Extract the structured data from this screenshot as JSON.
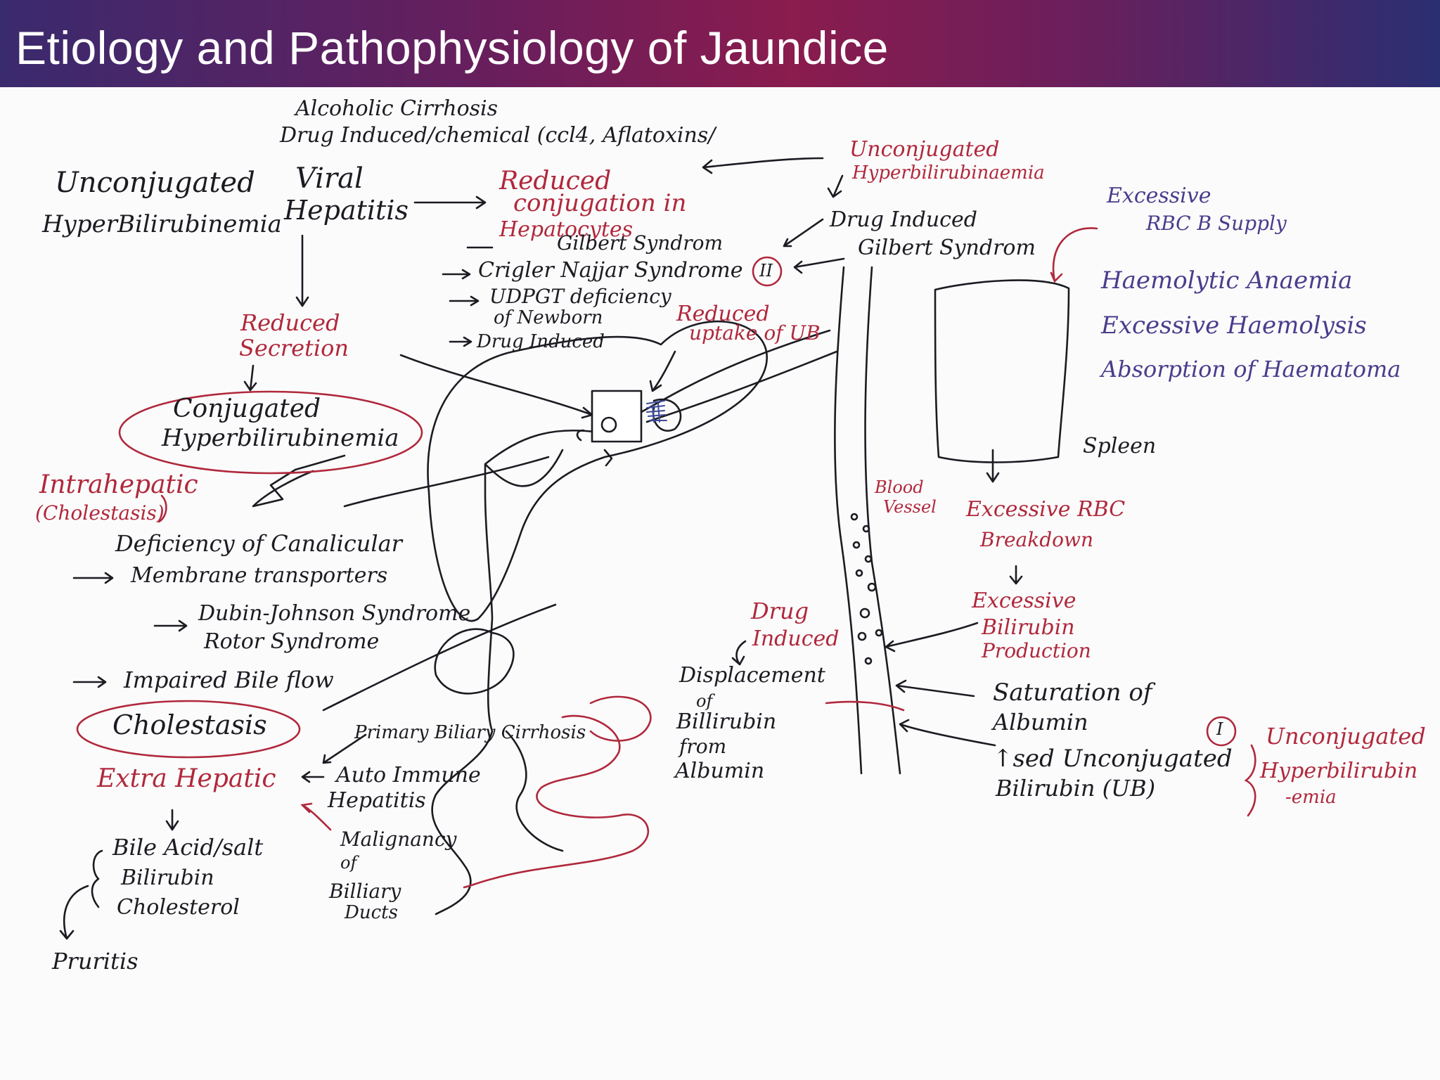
{
  "slide": {
    "title": "Etiology and Pathophysiology of Jaundice",
    "colors": {
      "title_gradient": [
        "#3a2a6e",
        "#8a1c4e",
        "#2a2f72"
      ],
      "ink": "#1b1b22",
      "red_ink": "#b0283c",
      "blue_ink": "#3b4a9a"
    }
  },
  "labels": {
    "alcoholic_cirrhosis": "Alcoholic Cirrhosis",
    "drug_induced_chemical": "Drug Induced/chemical (ccl4, Aflatoxins/",
    "unconjugated_hyperbilirubinemia_left_line1": "Unconjugated",
    "unconjugated_hyperbilirubinemia_left_line2": "HyperBilirubinemia",
    "viral_hepatitis_line1": "Viral",
    "viral_hepatitis_line2": "Hepatitis",
    "reduced_conjugation_line1": "Reduced",
    "reduced_conjugation_line2": "conjugation in",
    "reduced_conjugation_line3": "Hepatocytes",
    "gilbert_syndrome_list": "Gilbert Syndrom",
    "crigler_najjar": "Crigler Najjar Syndrome",
    "udpgt_line1": "UDPGT deficiency",
    "udpgt_line2": "of Newborn",
    "drug_induced_list": "Drug Induced",
    "unconjugated_top_right_line1": "Unconjugated",
    "unconjugated_top_right_line2": "Hyperbilirubinaemia",
    "drug_induced_right": "Drug Induced",
    "gilbert_syndrome_right": "Gilbert Syndrom",
    "marker_two": "II",
    "reduced_uptake_line1": "Reduced",
    "reduced_uptake_line2": "uptake of UB",
    "excessive_rbc_supply_line1": "Excessive",
    "excessive_rbc_supply_line2": "RBC B Supply",
    "haemolytic_anaemia": "Haemolytic Anaemia",
    "excessive_haemolysis": "Excessive Haemolysis",
    "absorption_haematoma": "Absorption of Haematoma",
    "reduced_secretion_line1": "Reduced",
    "reduced_secretion_line2": "Secretion",
    "conjugated_hyper_line1": "Conjugated",
    "conjugated_hyper_line2": "Hyperbilirubinemia",
    "spleen": "Spleen",
    "intrahepatic_line1": "Intrahepatic",
    "intrahepatic_line2": "(Cholestasis)",
    "deficiency_canalicular": "Deficiency of Canalicular",
    "membrane_transporters": "Membrane transporters",
    "blood_vessel_line1": "Blood",
    "blood_vessel_line2": "Vessel",
    "excessive_rbc_breakdown_line1": "Excessive RBC",
    "excessive_rbc_breakdown_line2": "Breakdown",
    "dubin_johnson": "Dubin-Johnson Syndrome",
    "rotor_syndrome": "Rotor Syndrome",
    "excessive_bilirubin_line1": "Excessive",
    "excessive_bilirubin_line2": "Bilirubin",
    "excessive_bilirubin_line3": "Production",
    "drug_induced_lower_line1": "Drug",
    "drug_induced_lower_line2": "Induced",
    "impaired_bile_flow": "Impaired Bile flow",
    "displacement_line1": "Displacement",
    "displacement_line2": "of",
    "displacement_line3": "Billirubin",
    "displacement_line4": "from",
    "displacement_line5": "Albumin",
    "saturation_line1": "Saturation of",
    "saturation_line2": "Albumin",
    "cholestasis": "Cholestasis",
    "primary_biliary_cirrhosis": "Primary Biliary Cirrhosis",
    "marker_one": "I",
    "unconjugated_bottom_right_line1": "Unconjugated",
    "unconjugated_bottom_right_line2": "Hyperbilirubin",
    "unconjugated_bottom_right_line3": "-emia",
    "increased_unconjugated_line1": "↑sed Unconjugated",
    "increased_unconjugated_line2": "Bilirubin (UB)",
    "extra_hepatic": "Extra Hepatic",
    "autoimmune_line1": "Auto Immune",
    "autoimmune_line2": "Hepatitis",
    "malignancy_line1": "Malignancy",
    "malignancy_line2": "of",
    "malignancy_line3": "Billiary",
    "malignancy_line4": "Ducts",
    "bile_acid_salt": "Bile Acid/salt",
    "bilirubin": "Bilirubin",
    "cholesterol": "Cholesterol",
    "pruritis": "Pruritis"
  }
}
